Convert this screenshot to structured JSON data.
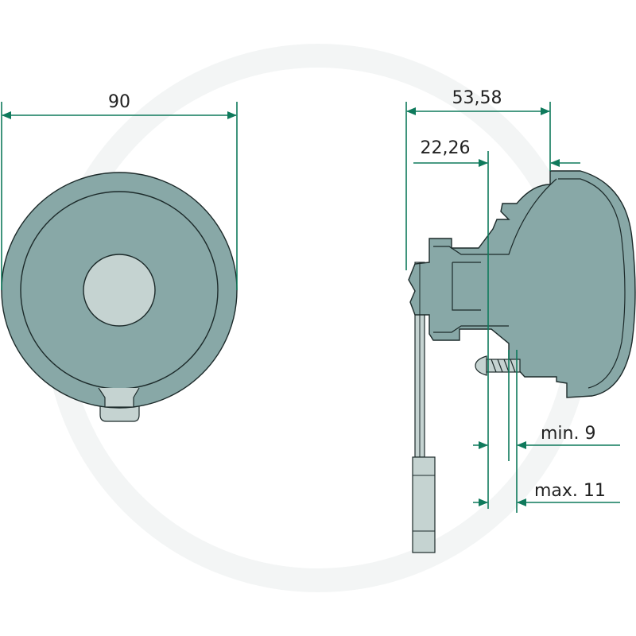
{
  "dimensions": {
    "diameter": "90",
    "depth_total": "53,58",
    "depth_mount": "22,26",
    "panel_min": "min. 9",
    "panel_max": "max. 11"
  },
  "colors": {
    "body": "#88a8a7",
    "light": "#c5d3d1",
    "dim_line": "#0f7a5c",
    "outline": "#1c2a2a"
  }
}
